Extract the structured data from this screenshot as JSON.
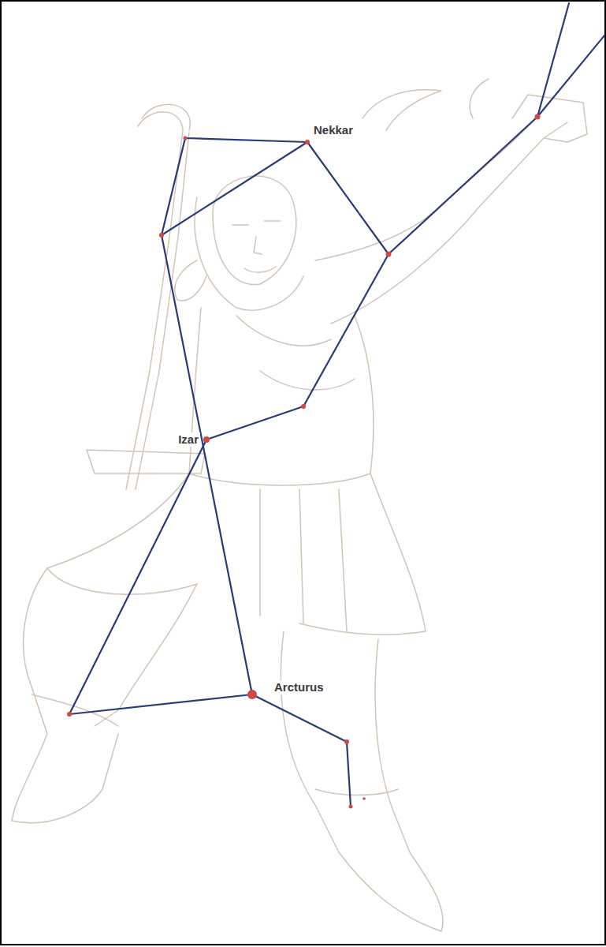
{
  "diagram": {
    "labels": [
      "Nekkar",
      "Izar",
      "Arcturus"
    ]
  }
}
